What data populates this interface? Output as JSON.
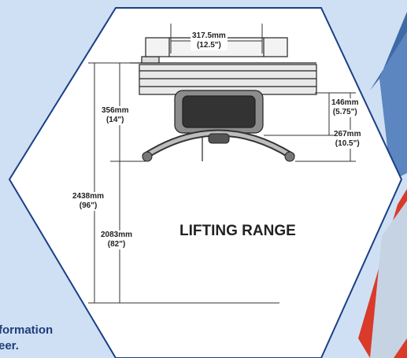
{
  "background_color": "#cfe0f4",
  "frame_color": "#1a3f86",
  "clipped_text": {
    "line1": "formation",
    "line2": "eer."
  },
  "diagram": {
    "title": "LIFTING RANGE",
    "dimensions": {
      "top_width": {
        "mm": "317.5mm",
        "in": "(12.5\")"
      },
      "left_upper": {
        "mm": "356mm",
        "in": "(14\")"
      },
      "right_upper": {
        "mm": "146mm",
        "in": "(5.75\")"
      },
      "right_lower": {
        "mm": "267mm",
        "in": "(10.5\")"
      },
      "total_height": {
        "mm": "2438mm",
        "in": "(96\")"
      },
      "lift_height": {
        "mm": "2083mm",
        "in": "(82\")"
      }
    }
  }
}
